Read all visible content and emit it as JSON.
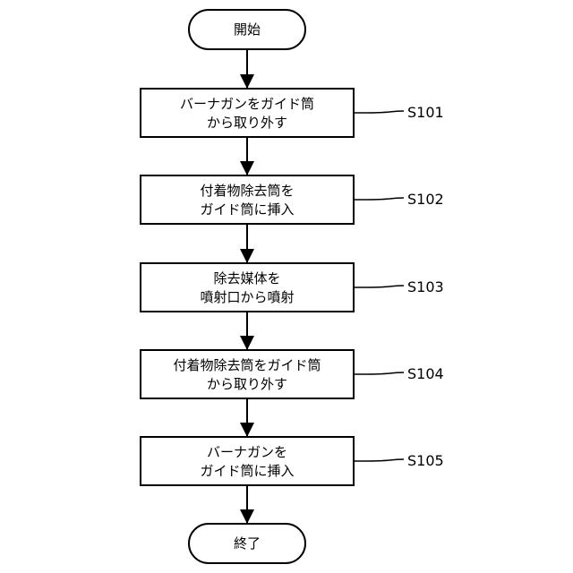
{
  "start_label": "開始",
  "end_label": "終了",
  "steps": [
    {
      "id": "S101",
      "lines": [
        "バーナガンをガイド筒",
        "から取り外す"
      ]
    },
    {
      "id": "S102",
      "lines": [
        "付着物除去筒を",
        "ガイド筒に挿入"
      ]
    },
    {
      "id": "S103",
      "lines": [
        "除去媒体を",
        "噴射口から噴射"
      ]
    },
    {
      "id": "S104",
      "lines": [
        "付着物除去筒をガイド筒",
        "から取り外す"
      ]
    },
    {
      "id": "S105",
      "lines": [
        "バーナガンを",
        "ガイド筒に挿入"
      ]
    }
  ]
}
